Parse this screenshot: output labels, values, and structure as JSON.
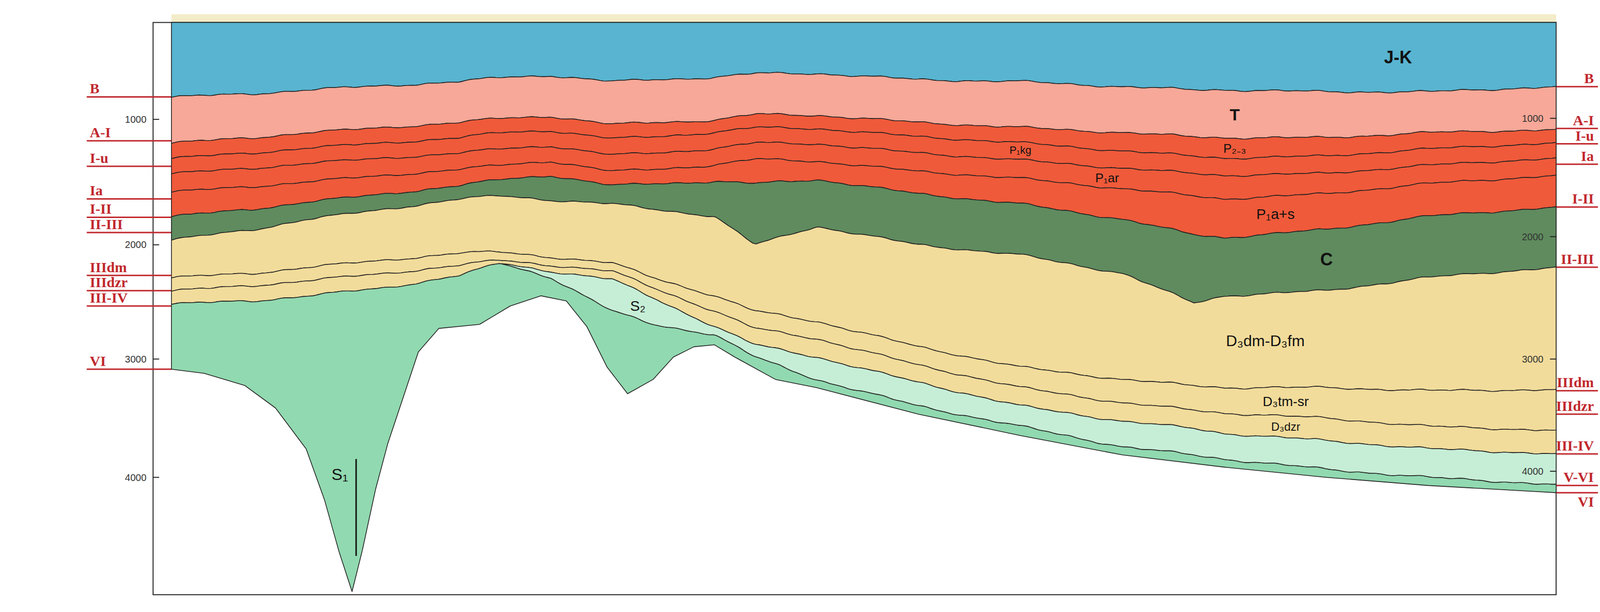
{
  "diagram": {
    "nodes": [
      {
        "text": [
          "J-K"
        ]
      },
      {
        "text": [
          "T"
        ]
      },
      {
        "text": [
          "P₂₋₃"
        ]
      },
      {
        "text": [
          "P₁kg"
        ]
      },
      {
        "text": [
          "P₁ar"
        ]
      },
      {
        "text": [
          "P₁a+s"
        ]
      },
      {
        "text": [
          "C"
        ]
      },
      {
        "text": [
          "D₃dm-D₃fm"
        ]
      },
      {
        "text": [
          "D₃tm-sr"
        ]
      },
      {
        "text": [
          "D₃dzr"
        ]
      },
      {
        "text": [
          "S₁"
        ]
      },
      {
        "text": [
          "S₂"
        ]
      }
    ],
    "labels": [
      "B",
      "A-I",
      "I-u",
      "Ia",
      "I-II",
      "II-III",
      "IIIdm",
      "IIIdzr",
      "III-IV",
      "VI",
      "B",
      "A-I",
      "I-u",
      "Ia",
      "I-II",
      "II-III",
      "IIIdm",
      "IIIdzr",
      "III-IV",
      "V-VI",
      "VI",
      "1000",
      "2000",
      "3000",
      "4000",
      "1000",
      "2000",
      "3000",
      "4000"
    ]
  }
}
